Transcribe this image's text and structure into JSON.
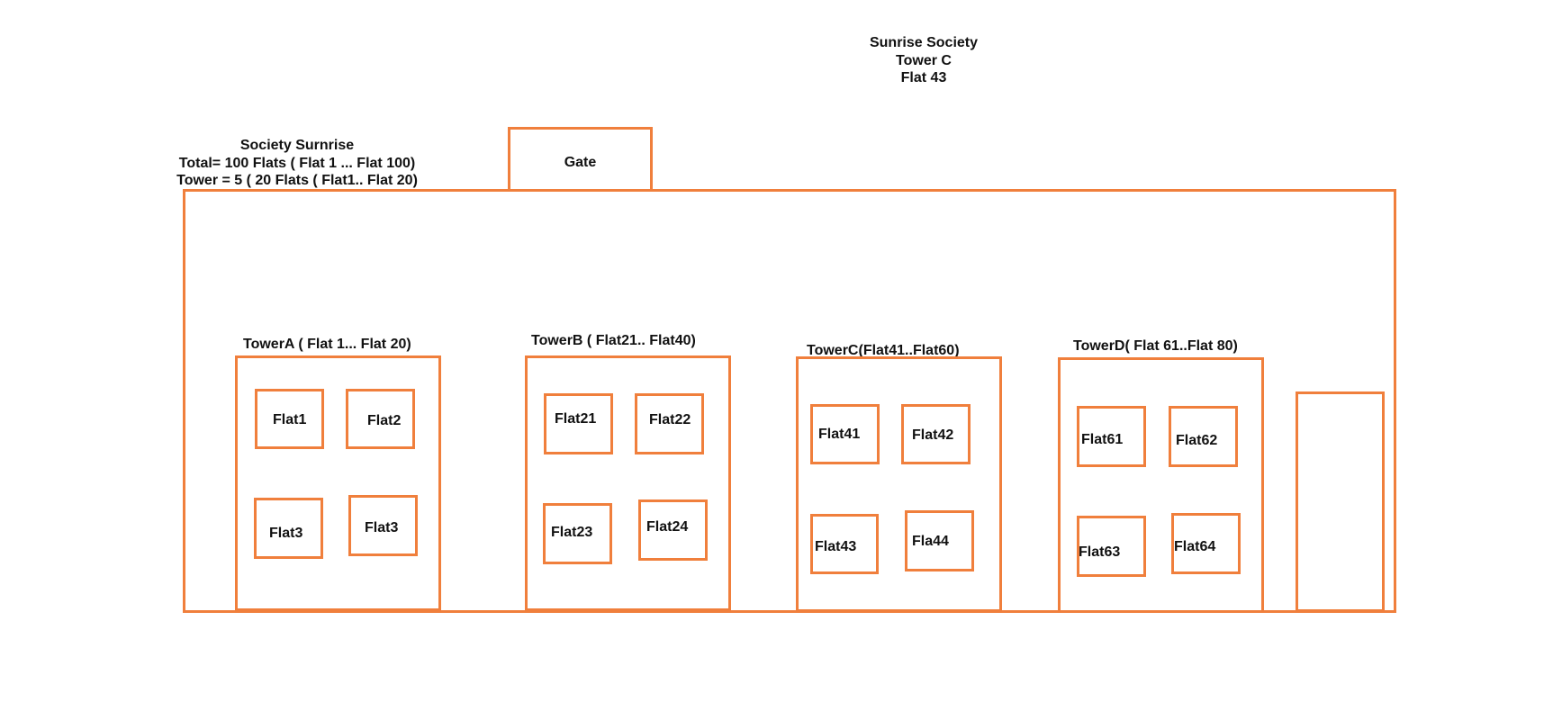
{
  "top_note": {
    "line1": "Sunrise Society",
    "line2": "Tower C",
    "line3": "Flat 43"
  },
  "society_note": {
    "line1": "Society Surnrise",
    "line2": "Total= 100 Flats ( Flat 1 ... Flat 100)",
    "line3": "Tower = 5 ( 20 Flats ( Flat1.. Flat 20)"
  },
  "gate": {
    "label": "Gate"
  },
  "towers": [
    {
      "title": "TowerA ( Flat 1... Flat 20)",
      "flats": [
        "Flat1",
        "Flat2",
        "Flat3",
        "Flat3"
      ]
    },
    {
      "title": "TowerB ( Flat21.. Flat40)",
      "flats": [
        "Flat21",
        "Flat22",
        "Flat23",
        "Flat24"
      ]
    },
    {
      "title": "TowerC(Flat41..Flat60)",
      "flats": [
        "Flat41",
        "Flat42",
        "Flat43",
        "Fla44"
      ]
    },
    {
      "title": "TowerD( Flat 61..Flat 80)",
      "flats": [
        "Flat61",
        "Flat62",
        "Flat63",
        "Flat64"
      ]
    }
  ],
  "colors": {
    "outline": "#f07f3c"
  }
}
